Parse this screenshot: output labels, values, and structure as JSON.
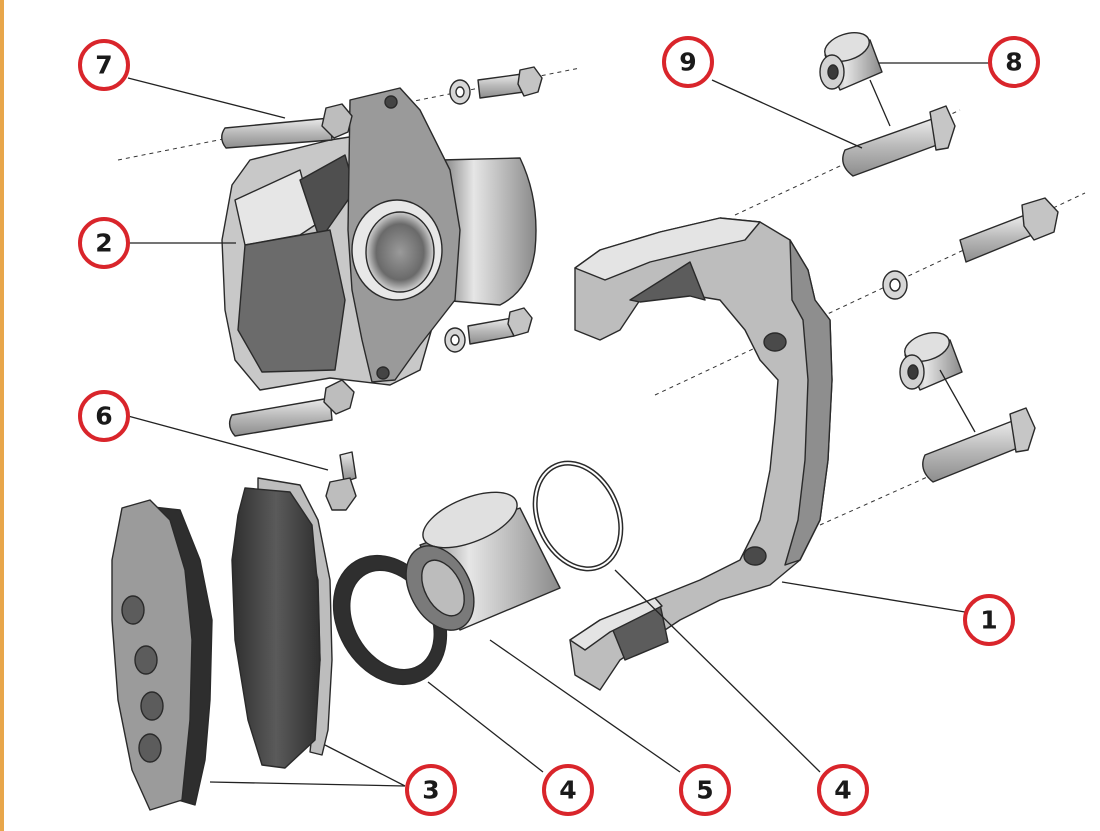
{
  "colors": {
    "callout_ring": "#d9252b",
    "metal_light": "#d9d9d9",
    "metal_mid": "#a7a7a7",
    "metal_dark": "#6f6f6f",
    "pad_friction": "#3a3a3a",
    "seal_black": "#2b2b2b",
    "edge_strip": "#e8a64a"
  },
  "callouts": [
    {
      "id": "c1",
      "label": "1"
    },
    {
      "id": "c2",
      "label": "2"
    },
    {
      "id": "c3",
      "label": "3"
    },
    {
      "id": "c4a",
      "label": "4"
    },
    {
      "id": "c4b",
      "label": "4"
    },
    {
      "id": "c5",
      "label": "5"
    },
    {
      "id": "c6",
      "label": "6"
    },
    {
      "id": "c7",
      "label": "7"
    },
    {
      "id": "c8",
      "label": "8"
    },
    {
      "id": "c9",
      "label": "9"
    }
  ]
}
